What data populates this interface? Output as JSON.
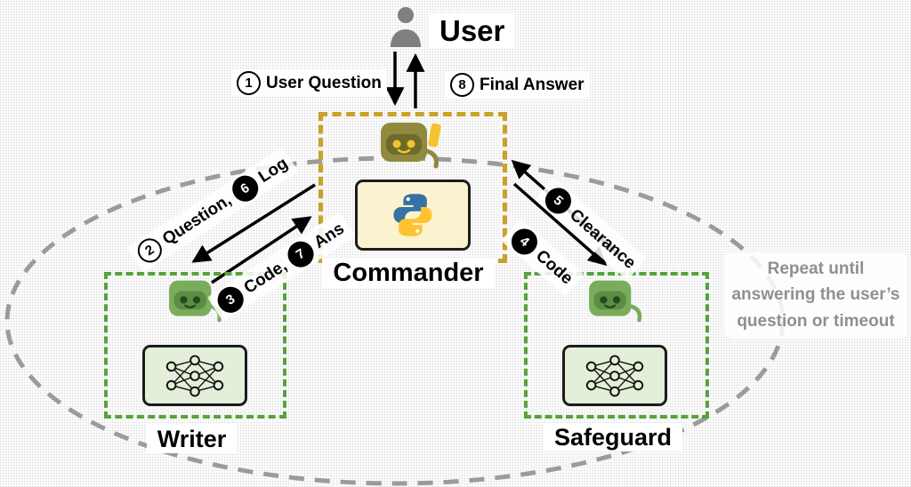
{
  "nodes": {
    "user": {
      "label": "User",
      "icon": "person-silhouette"
    },
    "commander": {
      "label": "Commander",
      "icons": [
        "robot",
        "python-logo"
      ]
    },
    "writer": {
      "label": "Writer",
      "icons": [
        "robot",
        "neural-network"
      ]
    },
    "safeguard": {
      "label": "Safeguard",
      "icons": [
        "robot",
        "neural-network"
      ]
    }
  },
  "edges": {
    "user_question": {
      "step": "1",
      "label": "User Question"
    },
    "question_log": {
      "step_a": "2",
      "label_a": "Question,",
      "step_b": "6",
      "label_b": "Log"
    },
    "code_ans": {
      "step_a": "3",
      "label_a": "Code,",
      "step_b": "7",
      "label_b": "Ans"
    },
    "code": {
      "step": "4",
      "label": "Code"
    },
    "clearance": {
      "step": "5",
      "label": "Clearance"
    },
    "final_answer": {
      "step": "8",
      "label": "Final Answer"
    }
  },
  "loop_note": "Repeat until answering the user’s question or timeout",
  "colors": {
    "commander_border": "#C9A227",
    "agent_border": "#55A33A",
    "loop_outline": "#9B9B9B",
    "python_blue": "#3672A4",
    "python_yellow": "#FFC331",
    "arrow": "#000000"
  }
}
